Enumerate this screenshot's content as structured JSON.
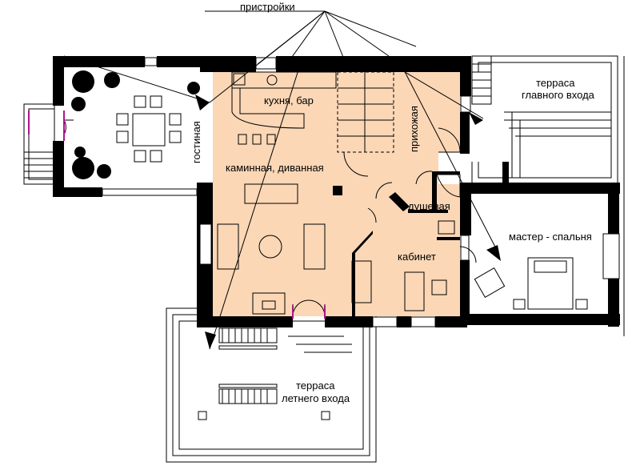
{
  "annotation": {
    "label": "пристройки"
  },
  "rooms": {
    "living": "гостиная",
    "kitchen": "кухня, бар",
    "fireplace": "каминная, диванная",
    "hall": "прихожая",
    "shower": "душевая",
    "study": "кабинет",
    "master_line1": "мастер - спальня",
    "main_terrace_line1": "терраса",
    "main_terrace_line2": "главного входа",
    "summer_terrace_line1": "терраса",
    "summer_terrace_line2": "летнего входа"
  },
  "colors": {
    "wall": "#000000",
    "interior_fill": "#fbd7b6",
    "background": "#ffffff",
    "accent_door": "#b0148c"
  }
}
